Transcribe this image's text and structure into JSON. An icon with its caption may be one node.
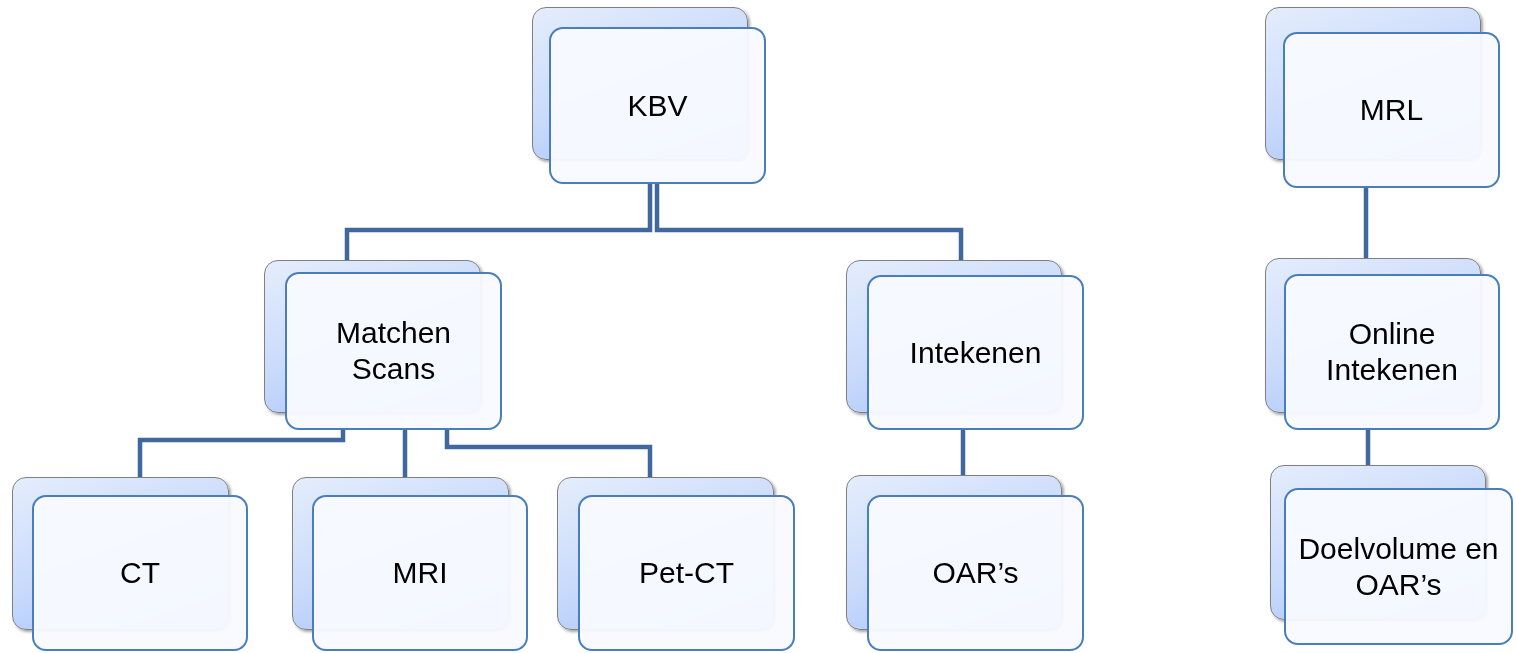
{
  "diagram": {
    "nodes": [
      {
        "text": [
          "KBV"
        ]
      },
      {
        "text": [
          "Matchen Scans"
        ]
      },
      {
        "text": [
          "Intekenen"
        ]
      },
      {
        "text": [
          "CT"
        ]
      },
      {
        "text": [
          "MRI"
        ]
      },
      {
        "text": [
          "Pet-CT"
        ]
      },
      {
        "text": [
          "OAR’s"
        ]
      },
      {
        "text": [
          "MRL"
        ]
      },
      {
        "text": [
          "Online Intekenen"
        ]
      },
      {
        "text": [
          "Doelvolume en OAR’s"
        ]
      }
    ],
    "edges": [
      {
        "from": 0,
        "to": 1,
        "arrow": "none"
      },
      {
        "from": 0,
        "to": 2,
        "arrow": "none"
      },
      {
        "from": 1,
        "to": 3,
        "arrow": "none"
      },
      {
        "from": 1,
        "to": 4,
        "arrow": "none"
      },
      {
        "from": 1,
        "to": 5,
        "arrow": "none"
      },
      {
        "from": 2,
        "to": 6,
        "arrow": "none"
      },
      {
        "from": 7,
        "to": 8,
        "arrow": "none"
      },
      {
        "from": 8,
        "to": 9,
        "arrow": "none"
      }
    ]
  }
}
